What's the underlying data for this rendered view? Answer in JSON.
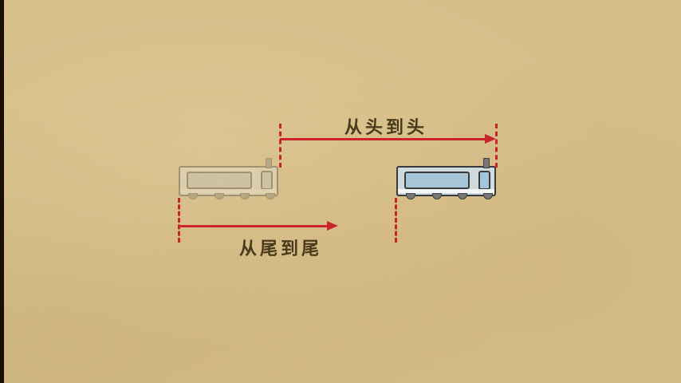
{
  "scene": {
    "background_color": "#d7be89",
    "accent_color": "#c8242a",
    "label_color": "#4a3a1c"
  },
  "labels": {
    "head_to_head": "从头到头",
    "tail_to_tail": "从尾到尾"
  },
  "trains": [
    {
      "name": "start-position",
      "state": "faded",
      "body_color": "#c8d4d4",
      "window_color": "#a9bdc6"
    },
    {
      "name": "end-position",
      "state": "solid",
      "body_color": "#c8d8dc",
      "window_color": "#a6c6d8"
    }
  ]
}
